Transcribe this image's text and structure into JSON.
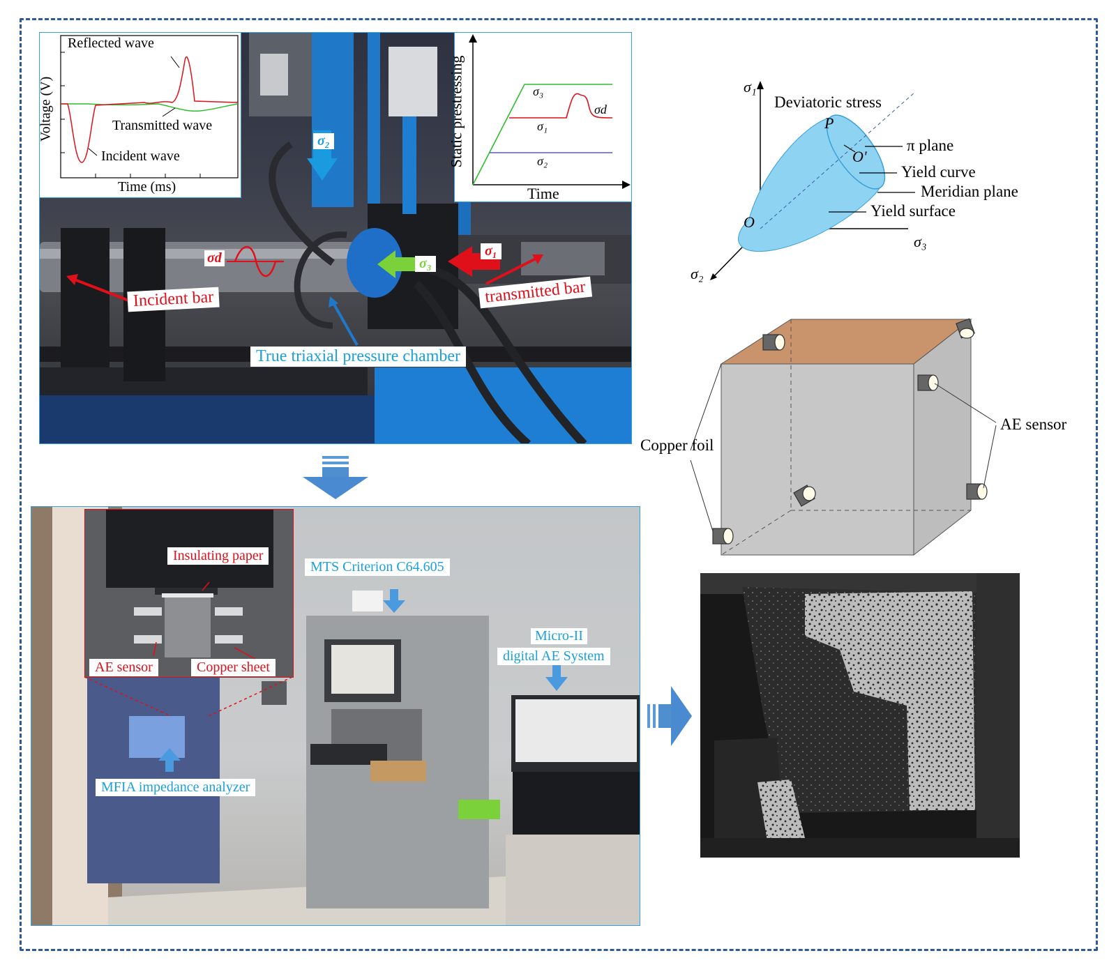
{
  "top_photo": {
    "wave_inset": {
      "reflected": "Reflected wave",
      "transmitted": "Transmitted wave",
      "incident": "Incident wave",
      "ylabel": "Voltage (V)",
      "xlabel": "Time (ms)"
    },
    "prestress_inset": {
      "ylabel": "Static prestressing",
      "xlabel": "Time",
      "s3": "σ₃",
      "s1": "σ₁",
      "s2": "σ₂",
      "sd": "σd"
    },
    "labels": {
      "sigma2": "σ₂",
      "sigmad": "σd",
      "sigma3": "σ₃",
      "sigma1": "σ₁",
      "incident_bar": "Incident bar",
      "transmitted_bar": "transmitted bar",
      "chamber": "True triaxial pressure chamber"
    }
  },
  "yield_diagram": {
    "s1": "σ₁",
    "s2": "σ₂",
    "s3": "σ₃",
    "deviatoric": "Deviatoric stress",
    "P": "P",
    "O_prime": "O'",
    "O": "O",
    "pi_plane": "π plane",
    "yield_curve": "Yield curve",
    "meridian": "Meridian plane",
    "yield_surface": "Yield surface"
  },
  "cube_diagram": {
    "copper_foil": "Copper foil",
    "ae_sensor": "AE sensor"
  },
  "bottom_photo": {
    "insulating_paper": "Insulating paper",
    "ae_sensor": "AE sensor",
    "copper_sheet": "Copper sheet",
    "mts": "MTS Criterion C64.605",
    "micro_line1": "Micro-II",
    "micro_line2": "digital AE System",
    "mfia": "MFIA impedance analyzer"
  },
  "colors": {
    "frame": "#2d5a9a",
    "label_red": "#e0101a",
    "label_blue": "#1aa0dd",
    "yield_fill": "#8fd3f2",
    "copper_top": "#c9936b"
  }
}
